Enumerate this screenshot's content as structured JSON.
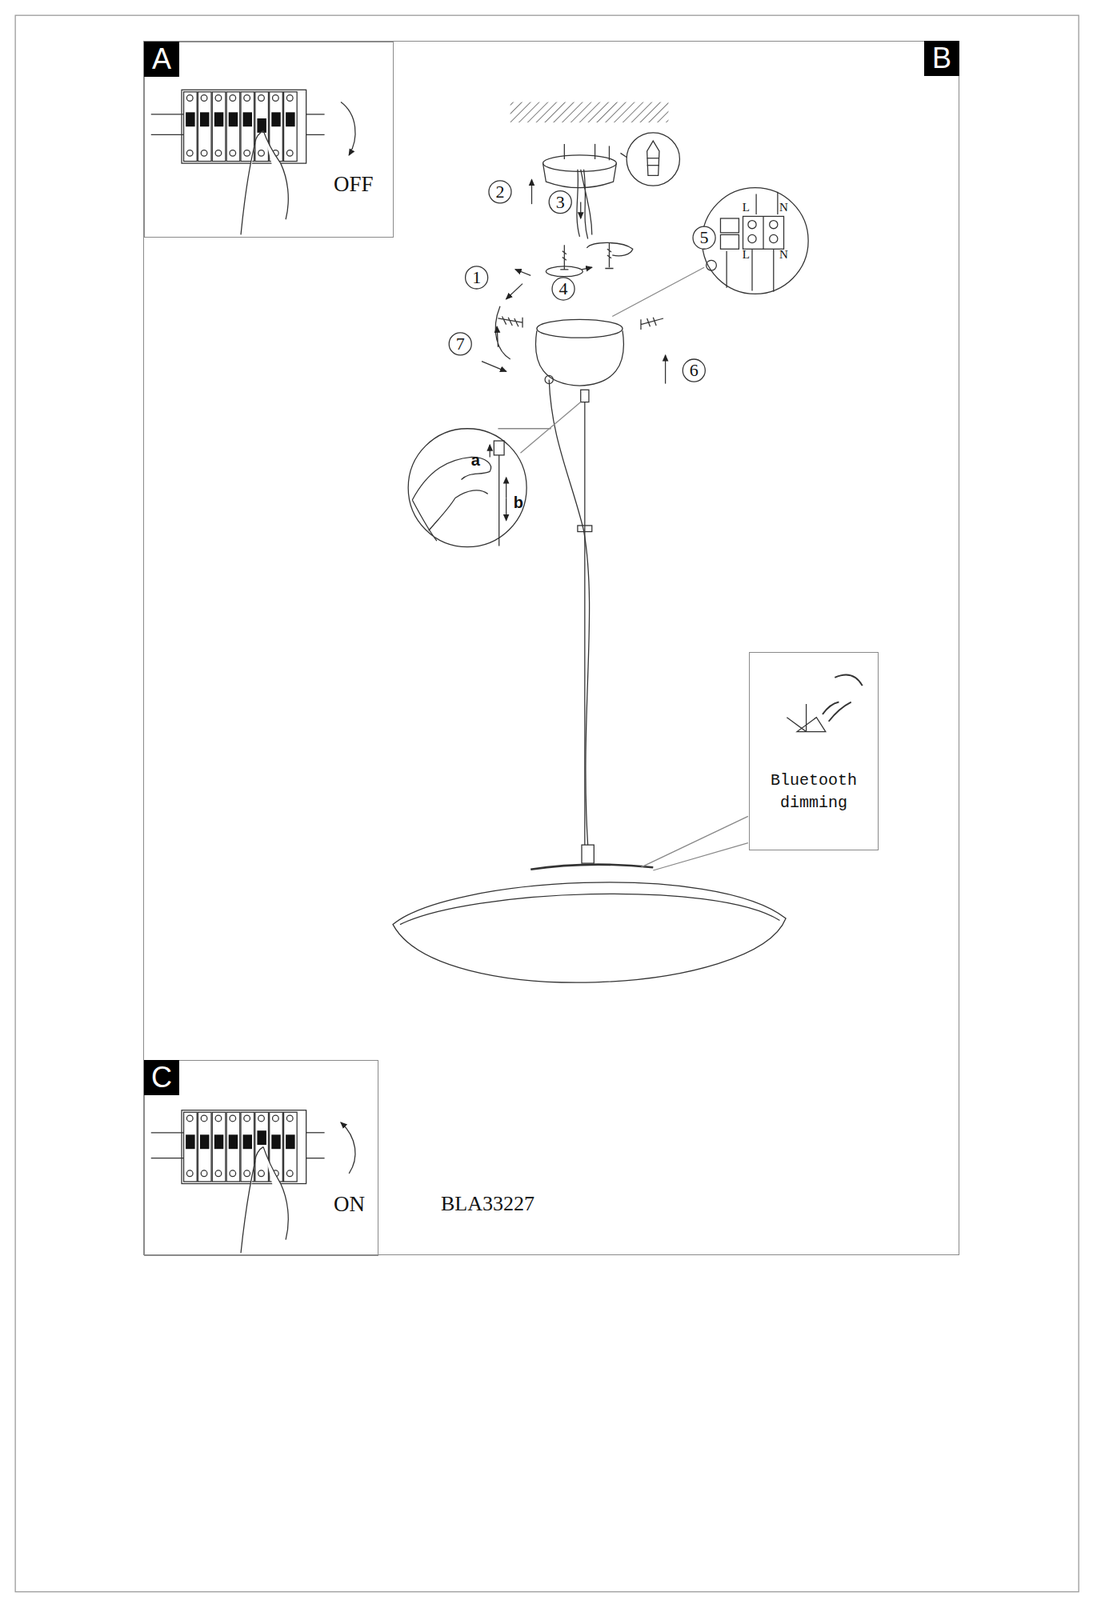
{
  "diagram": {
    "nodes": [
      {
        "text": [
          "B"
        ]
      },
      {
        "text": [
          "A",
          "OFF"
        ],
        "in": 0
      },
      {
        "text": [
          "Bluetooth dimming"
        ],
        "in": 0
      },
      {
        "text": [
          "C",
          "ON"
        ],
        "in": 0
      }
    ],
    "labels": [
      "2",
      "3",
      "5",
      "L",
      "N",
      "L",
      "N",
      "1",
      "4",
      "7",
      "6",
      "a",
      "b",
      "BLA33227"
    ]
  }
}
